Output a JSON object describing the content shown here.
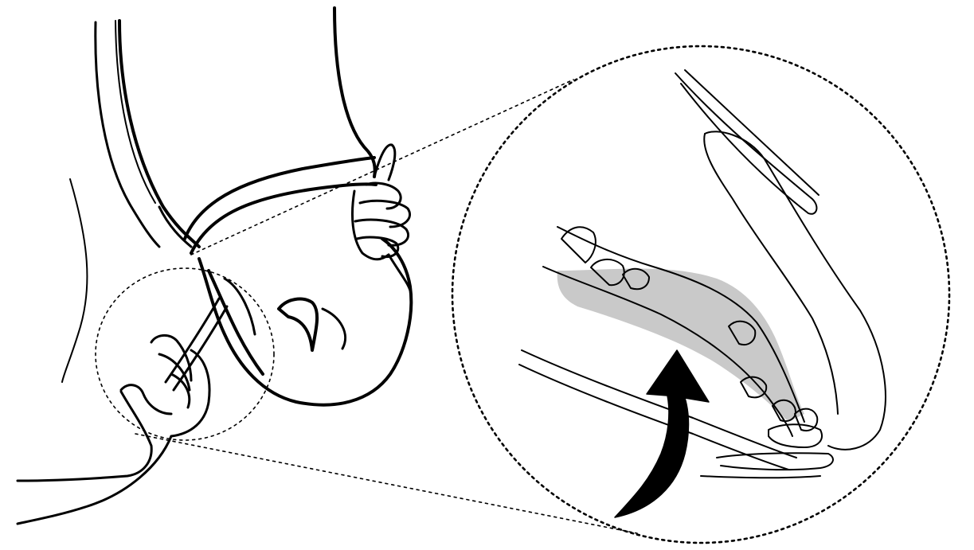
{
  "figure": {
    "kind": "line illustration",
    "colors": {
      "ink": "#000000",
      "background": "#ffffff",
      "highlight": "#c9c9c9",
      "arrow": "#000000",
      "callout_line": "#000000"
    },
    "elements": {
      "main_view": "figure-grasping-harness-strap",
      "inset": "magnified-detail-circle",
      "arrow": "curved-upward-arrow-icon"
    }
  }
}
